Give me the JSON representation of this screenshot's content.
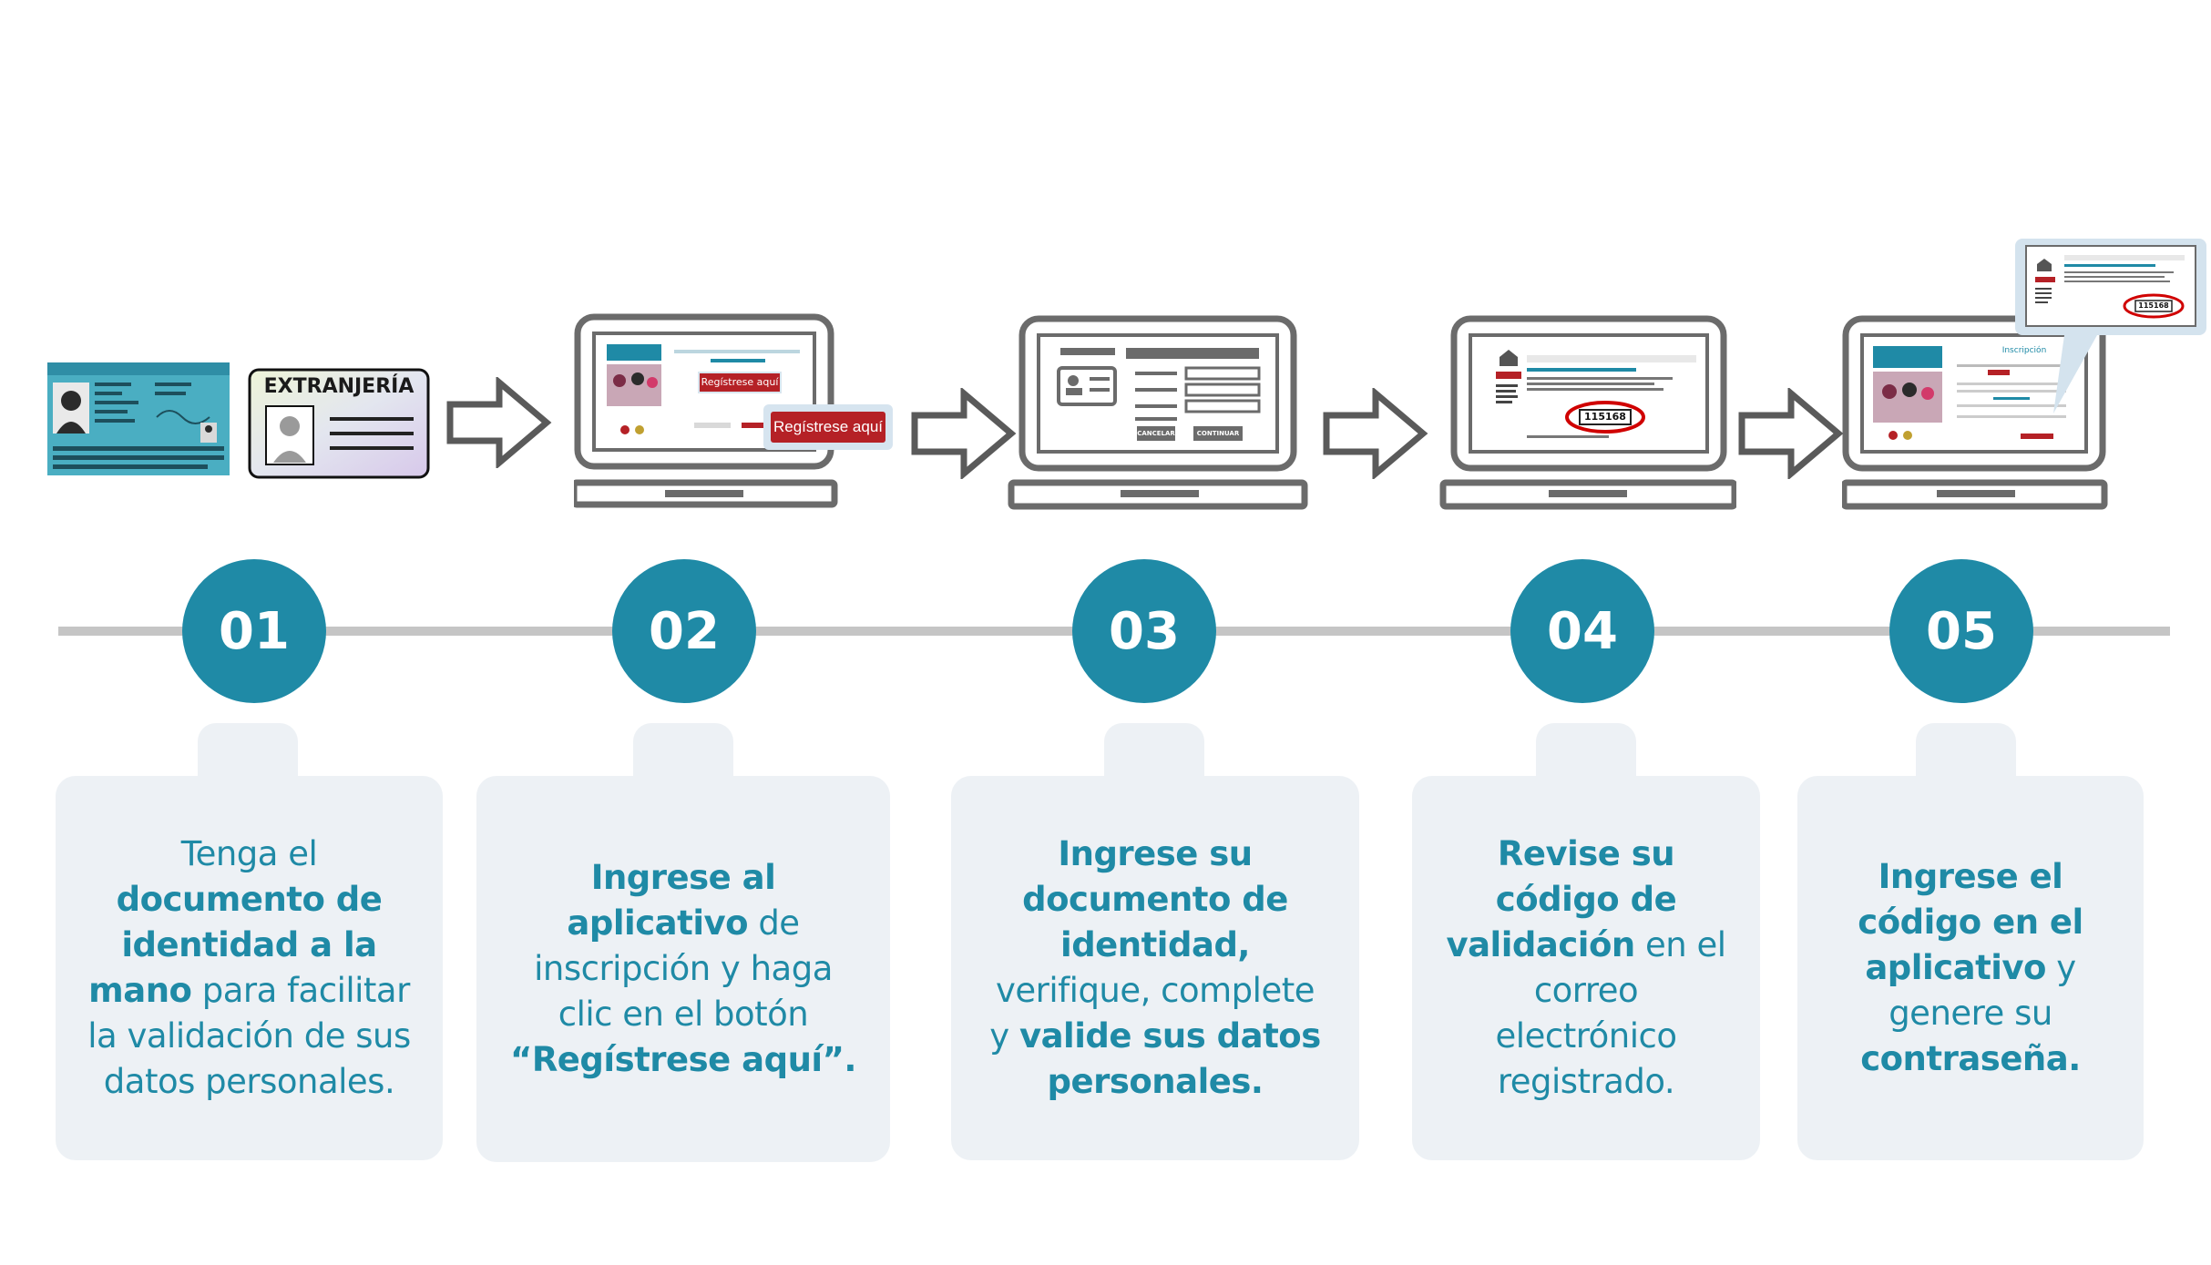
{
  "colors": {
    "accent": "#1f8aa6",
    "card_bg": "#edf1f5",
    "device_outline": "#6b6b6b",
    "timeline": "#c5c5c5",
    "button_red": "#b52126"
  },
  "icons": {
    "step1": [
      "id-card-icon",
      "extranjeria-card-icon"
    ],
    "step2": "laptop-register-icon",
    "step3": "laptop-form-icon",
    "step4": "laptop-email-code-icon",
    "step5": "laptop-inscripcion-icon"
  },
  "id_card": {
    "label": "EXTRANJERÍA"
  },
  "screens": {
    "register_button": "Regístrese aquí",
    "register_callout": "Regístrese aquí",
    "form_cancel": "CANCELAR",
    "form_continue": "CONTINUAR",
    "code": "115168",
    "inscripcion_title": "Inscripción"
  },
  "steps": [
    {
      "number": "01",
      "text_parts": [
        {
          "t": "Tenga el ",
          "b": false
        },
        {
          "t": "documento de identidad a la mano",
          "b": true
        },
        {
          "t": " para facilitar la validación de sus datos personales.",
          "b": false
        }
      ]
    },
    {
      "number": "02",
      "text_parts": [
        {
          "t": "Ingrese al aplicativo",
          "b": true
        },
        {
          "t": " de inscripción y haga clic en el botón ",
          "b": false
        },
        {
          "t": "“Regístrese aquí”.",
          "b": true
        }
      ]
    },
    {
      "number": "03",
      "text_parts": [
        {
          "t": "Ingrese su documento de identidad,",
          "b": true
        },
        {
          "t": " verifique, complete y ",
          "b": false
        },
        {
          "t": "valide sus datos personales.",
          "b": true
        }
      ]
    },
    {
      "number": "04",
      "text_parts": [
        {
          "t": "Revise su código de validación",
          "b": true
        },
        {
          "t": " en el correo electrónico registrado.",
          "b": false
        }
      ]
    },
    {
      "number": "05",
      "text_parts": [
        {
          "t": "Ingrese el código en el aplicativo",
          "b": true
        },
        {
          "t": " y genere su ",
          "b": false
        },
        {
          "t": "contraseña.",
          "b": true
        }
      ]
    }
  ]
}
